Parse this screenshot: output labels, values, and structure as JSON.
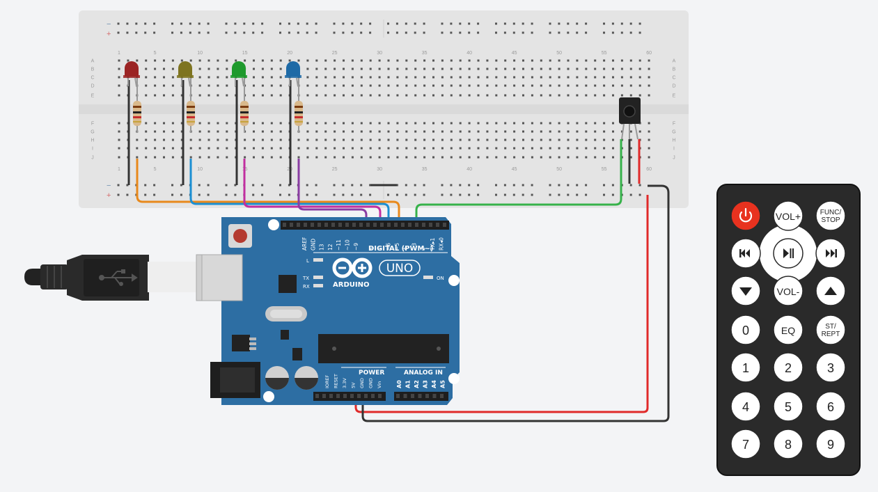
{
  "breadboard": {
    "col_numbers": [
      "1",
      "5",
      "10",
      "15",
      "20",
      "25",
      "30",
      "35",
      "40",
      "45",
      "50",
      "55",
      "60"
    ],
    "row_letters_top": [
      "A",
      "B",
      "C",
      "D",
      "E"
    ],
    "row_letters_bottom": [
      "F",
      "G",
      "H",
      "I",
      "J"
    ],
    "rail_minus": "−",
    "rail_plus": "+"
  },
  "leds": [
    {
      "name": "red-led",
      "color": "#9b2424"
    },
    {
      "name": "yellow-led",
      "color": "#7e7420"
    },
    {
      "name": "green-led",
      "color": "#1f9a2d"
    },
    {
      "name": "blue-led",
      "color": "#1e6aa6"
    }
  ],
  "ir_receiver": {
    "name": "ir-receiver"
  },
  "arduino": {
    "brand": "ARDUINO",
    "model": "UNO",
    "digital_header": "DIGITAL (PWM~)",
    "digital_pins": [
      "AREF",
      "GND",
      "13",
      "12",
      "~11",
      "~10",
      "~9",
      "8",
      "7",
      "~6",
      "~5",
      "4",
      "~3",
      "2",
      "TX▸1",
      "RX◂0"
    ],
    "power_header": "POWER",
    "analog_header": "ANALOG IN",
    "power_pins": [
      "IOREF",
      "RESET",
      "3.3V",
      "5V",
      "GND",
      "GND",
      "Vin"
    ],
    "analog_pins": [
      "A0",
      "A1",
      "A2",
      "A3",
      "A4",
      "A5"
    ],
    "led_l": "L",
    "led_tx": "TX",
    "led_rx": "RX",
    "led_on": "ON"
  },
  "remote": {
    "buttons": [
      {
        "id": "power",
        "label": ""
      },
      {
        "id": "vol-plus",
        "label": "VOL+"
      },
      {
        "id": "func-stop",
        "label": "FUNC/\nSTOP"
      },
      {
        "id": "prev",
        "label": ""
      },
      {
        "id": "play-pause",
        "label": ""
      },
      {
        "id": "next",
        "label": ""
      },
      {
        "id": "down",
        "label": ""
      },
      {
        "id": "vol-minus",
        "label": "VOL-"
      },
      {
        "id": "up",
        "label": ""
      },
      {
        "id": "0",
        "label": "0"
      },
      {
        "id": "eq",
        "label": "EQ"
      },
      {
        "id": "st-rept",
        "label": "ST/\nREPT"
      },
      {
        "id": "1",
        "label": "1"
      },
      {
        "id": "2",
        "label": "2"
      },
      {
        "id": "3",
        "label": "3"
      },
      {
        "id": "4",
        "label": "4"
      },
      {
        "id": "5",
        "label": "5"
      },
      {
        "id": "6",
        "label": "6"
      },
      {
        "id": "7",
        "label": "7"
      },
      {
        "id": "8",
        "label": "8"
      },
      {
        "id": "9",
        "label": "9"
      }
    ]
  },
  "wire_colors": {
    "orange": "#e8891c",
    "blue": "#1b8fd3",
    "magenta": "#c12fa0",
    "purple": "#8a3da3",
    "green": "#36b24a",
    "red": "#e02a2a",
    "black": "#333333"
  }
}
